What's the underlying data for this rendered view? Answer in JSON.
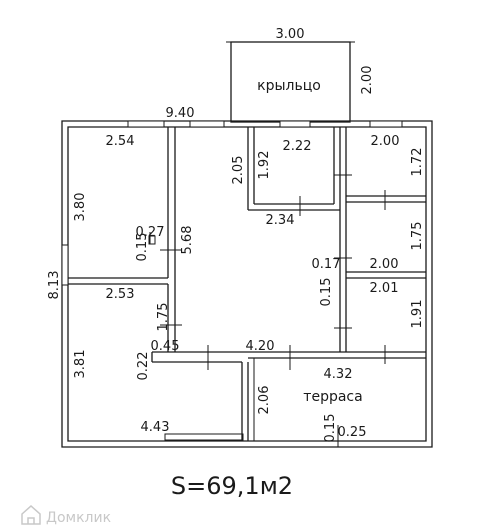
{
  "plan": {
    "total_area": "S=69,1м2",
    "watermark": "Домклик",
    "rooms": {
      "porch": "крыльцо",
      "terrace": "терраса"
    },
    "dims": {
      "porch_width": "3.00",
      "porch_depth": "2.00",
      "overall_width": "9.40",
      "overall_height": "8.13",
      "room_tl_width": "2.54",
      "room_tl_height": "3.80",
      "room_bl_width": "2.53",
      "room_bl_height": "3.81",
      "room_bl_bottom": "4.43",
      "niche_w": "0.27",
      "niche_h": "0.15",
      "hall_height": "5.68",
      "hall_wall": "1.75",
      "hall_niche_w": "0.45",
      "hall_niche_h": "0.22",
      "hall_bottom": "4.20",
      "hall_top_step": "2.05",
      "bath_width": "2.22",
      "bath_height": "1.92",
      "bath_bottom": "2.34",
      "wc_width": "2.00",
      "wc_height": "1.72",
      "store_height": "1.75",
      "store_width": "2.00",
      "mid_niche_w": "0.17",
      "mid_niche_h": "0.15",
      "br_width": "2.01",
      "br_height": "1.91",
      "terrace_width": "4.32",
      "terrace_height": "2.06",
      "terrace_niche_w": "0.25",
      "terrace_niche_h": "0.15"
    }
  }
}
